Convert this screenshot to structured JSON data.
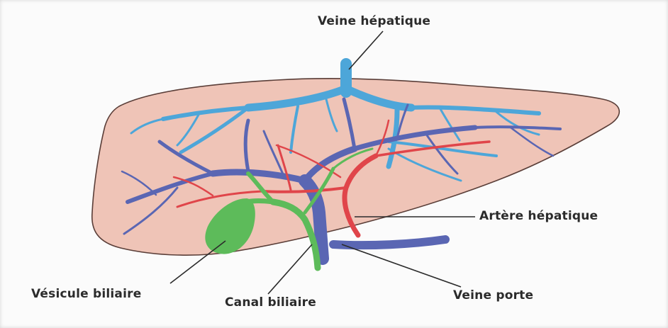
{
  "labels": {
    "veine_hepatique": "Veine hépatique",
    "artere_hepatique": "Artère hépatique",
    "vesicule_biliaire": "Vésicule biliaire",
    "canal_biliaire": "Canal biliaire",
    "veine_porte": "Veine porte"
  },
  "colors": {
    "liver_fill": "#efc4b7",
    "liver_outline": "#5a3e38",
    "hepatic_vein": "#4da6d9",
    "portal_vein": "#5a66b3",
    "hepatic_artery": "#e0454a",
    "bile": "#5dbb5a",
    "leader_line": "#2b2b2b"
  }
}
